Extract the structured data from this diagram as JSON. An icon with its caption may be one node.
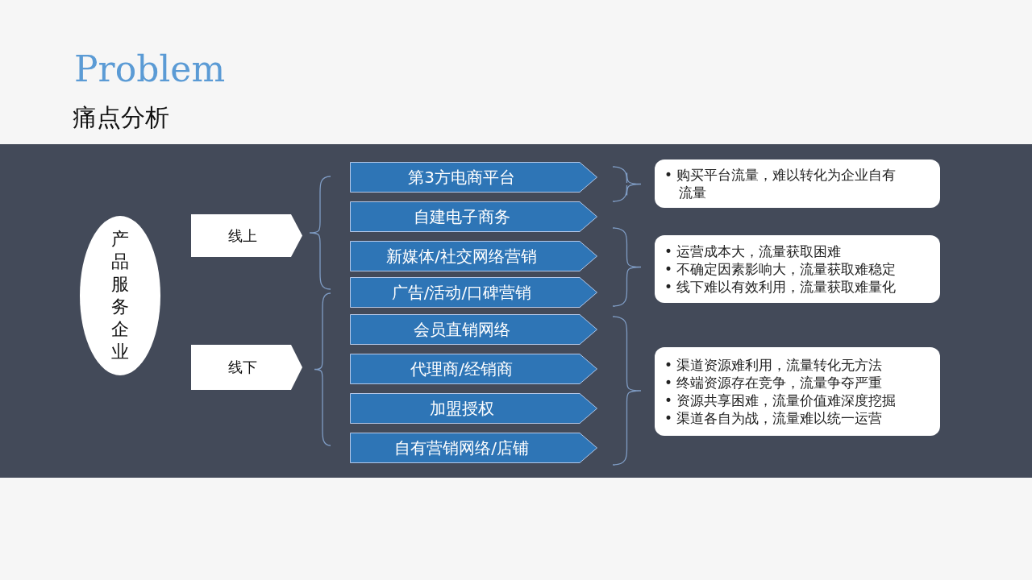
{
  "diagram": {
    "title": "Problem",
    "nodes": [
      {
        "text": [
          "产品服务企业"
        ]
      },
      {
        "text": [
          "线上"
        ]
      },
      {
        "text": [
          "线下"
        ]
      },
      {
        "text": [
          "第3方电商平台"
        ]
      },
      {
        "text": [
          "自建电子商务"
        ]
      },
      {
        "text": [
          "新媒体/社交网络营销"
        ]
      },
      {
        "text": [
          "广告/活动/口碑营销"
        ]
      },
      {
        "text": [
          "会员直销网络"
        ]
      },
      {
        "text": [
          "代理商/经销商"
        ]
      },
      {
        "text": [
          "加盟授权"
        ]
      },
      {
        "text": [
          "自有营销网络/店铺"
        ]
      },
      {
        "text": [
          "• 购买平台流量，难以转化为企业自有流量"
        ]
      },
      {
        "text": [
          "• 运营成本大，流量获取困难",
          "• 不确定因素影响大，流量获取难稳定",
          "• 线下难以有效利用，流量获取难量化"
        ]
      },
      {
        "text": [
          "• 渠道资源难利用，流量转化无方法",
          "• 终端资源存在竞争，流量争夺严重",
          "• 资源共享困难，流量价值难深度挖掘",
          "• 渠道各自为战，流量难以统一运营"
        ]
      }
    ],
    "edges": [],
    "labels": [
      "痛点分析"
    ]
  }
}
